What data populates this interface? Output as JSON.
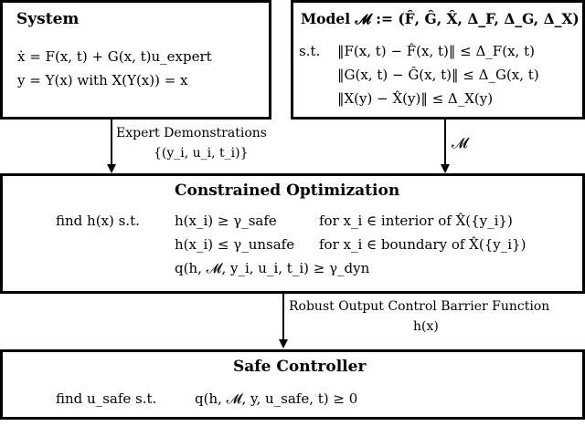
{
  "system": {
    "title": "System",
    "eq1": "ẋ = F(x, t) + G(x, t)u_expert",
    "eq2": "y = Y(x) with X(Y(x)) = x"
  },
  "model": {
    "title": "Model 𝓜 := (F̂, Ĝ, X̂, Δ_F, Δ_G, Δ_X)",
    "st": "s.t.",
    "c1": "‖F(x, t) − F̂(x, t)‖ ≤ Δ_F(x, t)",
    "c2": "‖G(x, t) − Ĝ(x, t)‖ ≤ Δ_G(x, t)",
    "c3": "‖X(y) − X̂(y)‖ ≤ Δ_X(y)"
  },
  "edge_expert": {
    "line1": "Expert Demonstrations",
    "line2": "{(y_i, u_i, t_i)}"
  },
  "edge_model": {
    "label": "𝓜"
  },
  "optimization": {
    "title": "Constrained Optimization",
    "find": "find h(x) s.t.",
    "c1_lhs": "h(x_i) ≥ γ_safe",
    "c1_rhs": "for x_i ∈ interior of X̂({y_i})",
    "c2_lhs": "h(x_i) ≤ γ_unsafe",
    "c2_rhs": "for x_i ∈ boundary of X̂({y_i})",
    "c3": "q(h, 𝓜, y_i, u_i, t_i) ≥ γ_dyn"
  },
  "edge_barrier": {
    "line1": "Robust Output Control Barrier Function",
    "line2": "h(x)"
  },
  "controller": {
    "title": "Safe Controller",
    "find": "find u_safe s.t.",
    "cond": "q(h, 𝓜, y, u_safe, t) ≥ 0"
  }
}
